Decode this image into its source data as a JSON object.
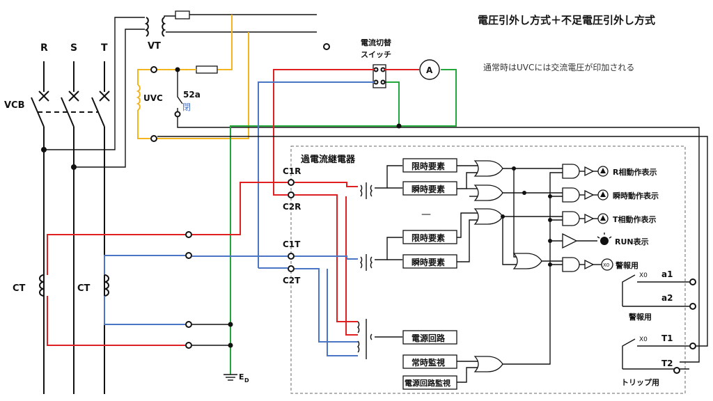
{
  "title": "電圧引外し方式＋不足電圧引外し方式",
  "note": "通常時はUVCには交流電圧が印加される",
  "phases": [
    "R",
    "S",
    "T"
  ],
  "labels": {
    "vcb": "VCB",
    "vt": "VT",
    "uvc": "UVC",
    "contact_52a": "52a",
    "contact_state": "閉",
    "ct_left": "CT",
    "ct_right": "CT",
    "ground": "E",
    "ground_sub": "D",
    "switch_line1": "電流切替",
    "switch_line2": "スイッチ",
    "ammeter": "A",
    "relay": "過電流継電器",
    "c1r": "C1R",
    "c2r": "C2R",
    "c1t": "C1T",
    "c2t": "C2T"
  },
  "elements": {
    "limit1": "限時要素",
    "inst1": "瞬時要素",
    "limit2": "限時要素",
    "inst2": "瞬時要素",
    "power": "電源回路",
    "monitor": "常時監視",
    "power_monitor": "電源回路監視"
  },
  "indicators": {
    "r_trip": "R相動作表示",
    "inst_trip": "瞬時動作表示",
    "t_trip": "T相動作表示",
    "run": "RUN表示",
    "alarm": "警報用",
    "x0_badge": "X0"
  },
  "outputs": {
    "x0_a": "X0",
    "a1": "a1",
    "a2": "a2",
    "alarm": "警報用",
    "x0_t": "X0",
    "t1": "T1",
    "t2": "T2",
    "trip": "トリップ用"
  },
  "colors": {
    "red": "#e02020",
    "blue": "#4a74c4",
    "green": "#22a83a",
    "yellow": "#f2b51d",
    "black": "#111111"
  }
}
